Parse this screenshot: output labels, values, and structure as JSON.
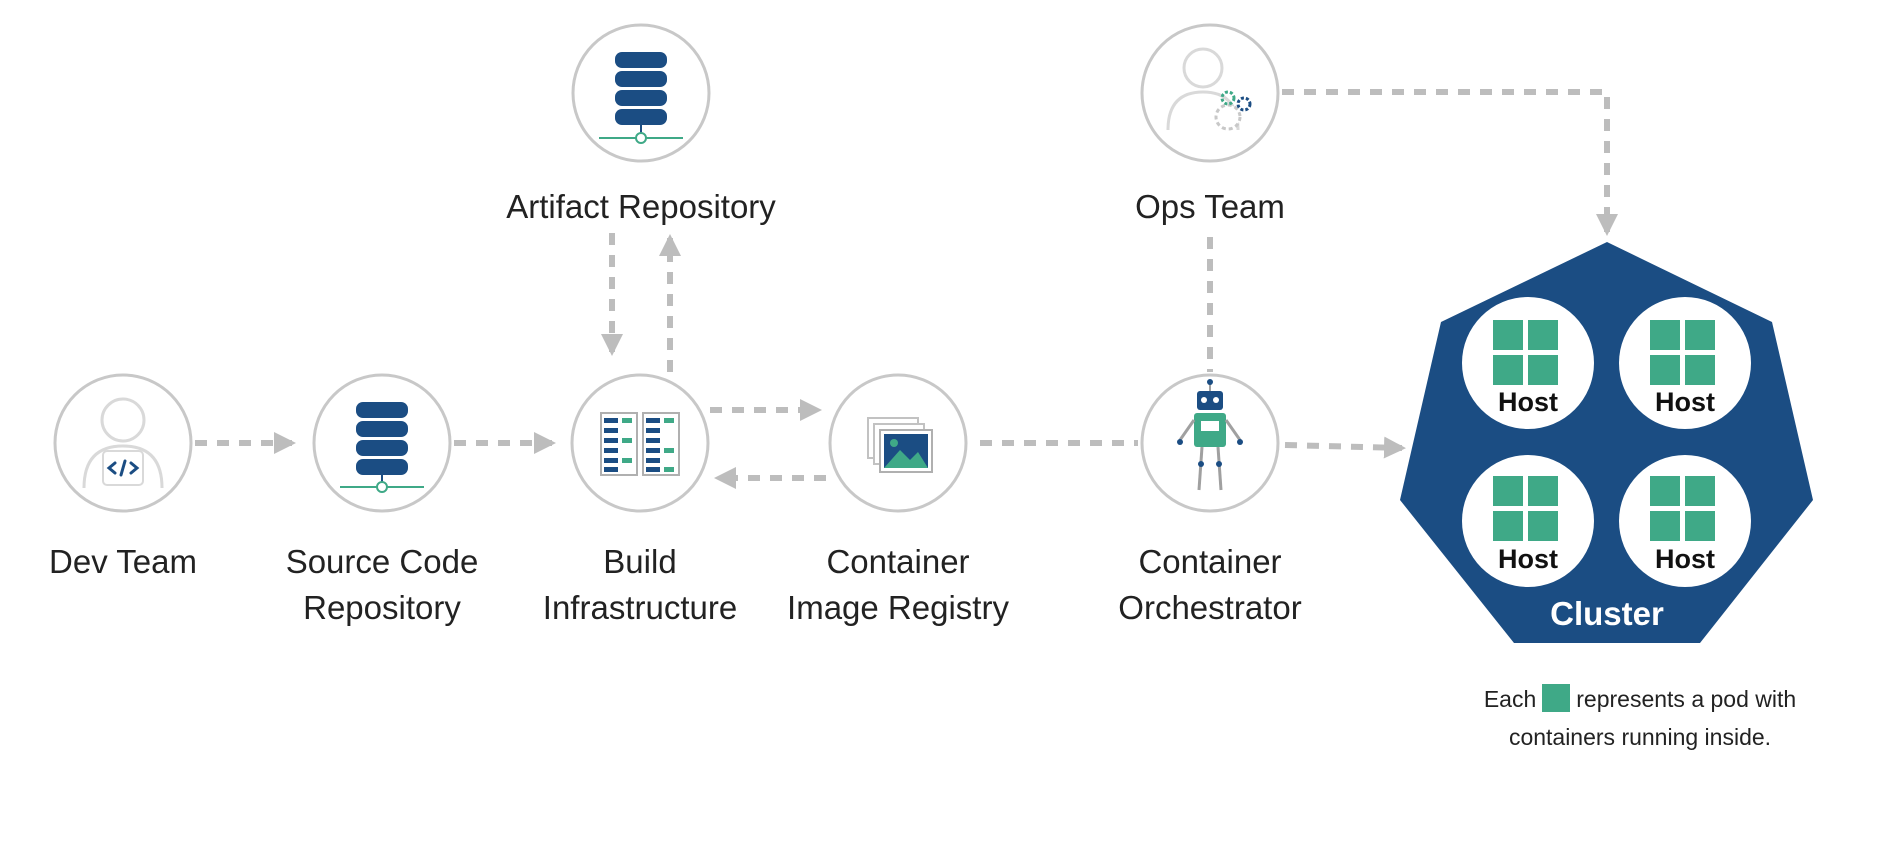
{
  "nodes": {
    "dev_team": {
      "label_lines": [
        "Dev Team"
      ],
      "icon": "developer-user-icon"
    },
    "source_code_repository": {
      "label_lines": [
        "Source Code",
        "Repository"
      ],
      "icon": "database-icon"
    },
    "build_infrastructure": {
      "label_lines": [
        "Build",
        "Infrastructure"
      ],
      "icon": "server-rack-icon"
    },
    "container_image_registry": {
      "label_lines": [
        "Container",
        "Image Registry"
      ],
      "icon": "image-gallery-icon"
    },
    "container_orchestrator": {
      "label_lines": [
        "Container",
        "Orchestrator"
      ],
      "icon": "robot-icon"
    },
    "artifact_repository": {
      "label_lines": [
        "Artifact Repository"
      ],
      "icon": "database-icon"
    },
    "ops_team": {
      "label_lines": [
        "Ops Team"
      ],
      "icon": "ops-user-gears-icon"
    }
  },
  "cluster": {
    "label": "Cluster",
    "hosts": [
      "Host",
      "Host",
      "Host",
      "Host"
    ]
  },
  "legend": {
    "prefix": "Each",
    "suffix": "represents a pod with",
    "line2": "containers running inside."
  },
  "colors": {
    "navy": "#1b4d83",
    "teal": "#3fa987",
    "circle_stroke": "#c8c8c8",
    "arrow": "#bdbdbd"
  }
}
